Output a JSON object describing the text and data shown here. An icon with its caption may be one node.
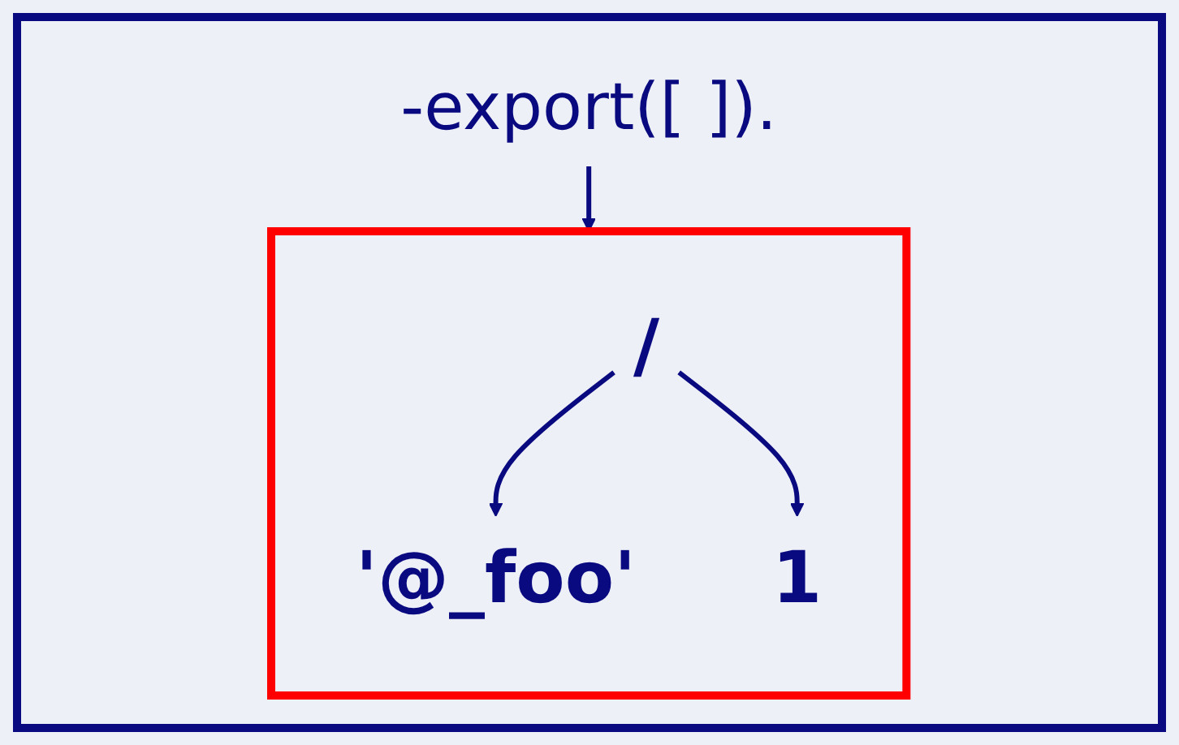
{
  "diagram": {
    "nodes": [
      {
        "text": [
          "-export([ ])."
        ]
      },
      {
        "text": [],
        "shape": "box"
      },
      {
        "text": [
          "/"
        ],
        "in": 1
      },
      {
        "text": [
          "'@_foo'"
        ],
        "in": 1
      },
      {
        "text": [
          "1"
        ],
        "in": 1
      }
    ],
    "edges": [
      {
        "from": 0,
        "to": 1,
        "arrow": "to"
      },
      {
        "from": 2,
        "to": 3,
        "arrow": "to"
      },
      {
        "from": 2,
        "to": 4,
        "arrow": "to"
      }
    ]
  }
}
